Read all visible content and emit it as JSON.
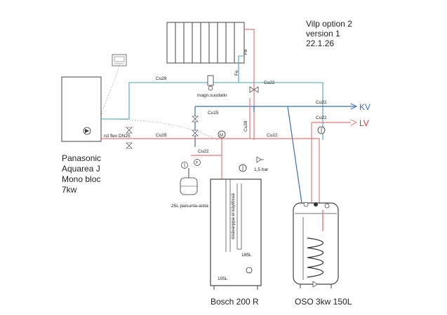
{
  "title_block": {
    "line1": "Vilp option 2",
    "line2": "version 1",
    "line3": "22.1.26"
  },
  "heat_pump": {
    "line1": "Panasonic",
    "line2": "Aquarea J",
    "line3": "Mono bloc",
    "line4": "7kw",
    "flex_label": "rst flex DN25"
  },
  "pipes": {
    "cu28_top": "Cu28",
    "cu28_mid": "Cu28",
    "cu28_vertical": "Cu28",
    "cu22_top_right": "Cu22",
    "cu22_mid": "Cu22",
    "cu22_kv": "Cu22",
    "cu22_lv": "Cu22",
    "cu22_lower": "Cu22",
    "cu15": "Cu15",
    "fe_upper": "Fe",
    "fe_lower": "Fe"
  },
  "components": {
    "magnet_filter": "magn.suodatin",
    "expansion_tank": "25L paisunta-astia",
    "safety_valve": "1,5 bar",
    "kv": "KV",
    "lv": "LV"
  },
  "tank_bosch": {
    "name": "Bosch 200 R",
    "vol_upper": "185L",
    "vol_lower": "105L",
    "note": "sisävarppa ei käytössä"
  },
  "tank_oso": {
    "name": "OSO 3kw 150L"
  },
  "colors": {
    "cold_water": "#3b6fb0",
    "hot_water": "#e07b7b",
    "heating_return": "#4aa3b5"
  }
}
